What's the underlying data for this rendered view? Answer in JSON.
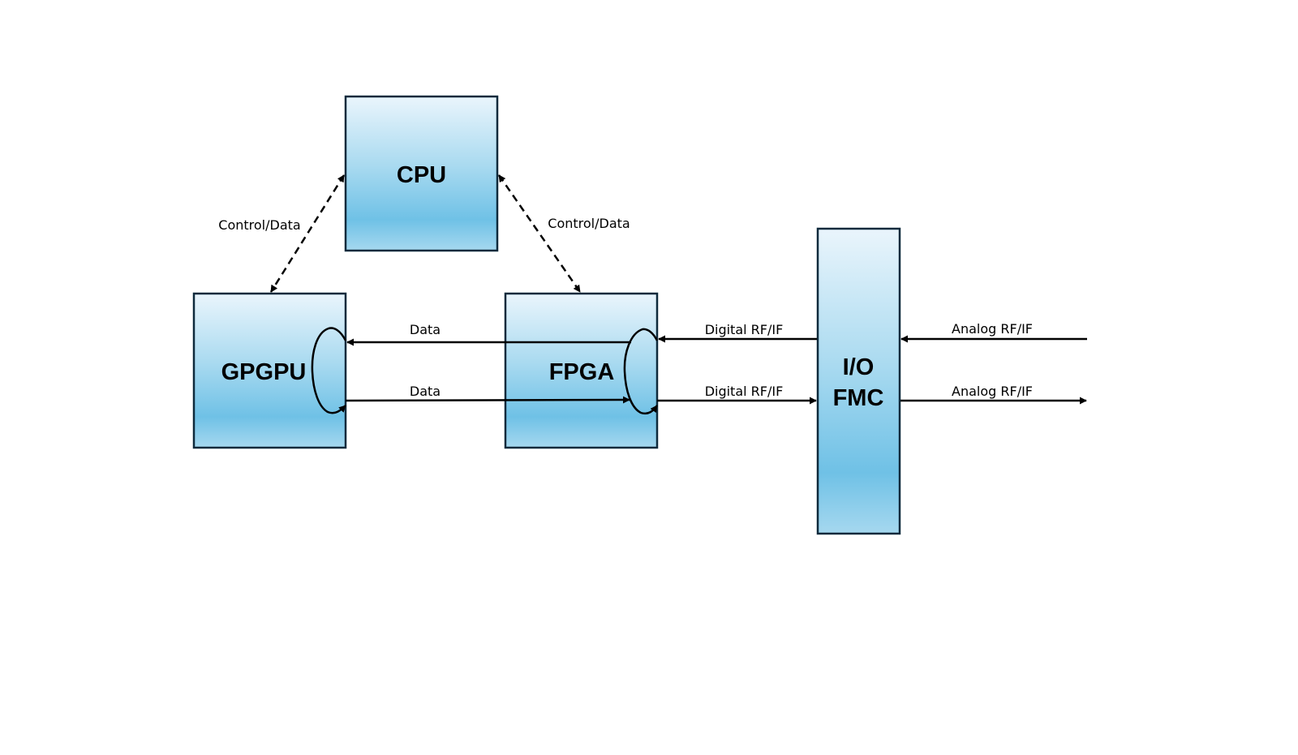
{
  "diagram": {
    "nodes": [
      {
        "id": "cpu",
        "label": "CPU"
      },
      {
        "id": "gpgpu",
        "label": "GPGPU"
      },
      {
        "id": "fpga",
        "label": "FPGA"
      },
      {
        "id": "io_fmc",
        "label_line1": "I/O",
        "label_line2": "FMC"
      }
    ],
    "edges": [
      {
        "from": "cpu",
        "to": "gpgpu",
        "label": "Control/Data",
        "style": "dashed",
        "direction": "bidirectional"
      },
      {
        "from": "cpu",
        "to": "fpga",
        "label": "Control/Data",
        "style": "dashed",
        "direction": "bidirectional"
      },
      {
        "from": "fpga",
        "to": "gpgpu",
        "label": "Data",
        "style": "solid"
      },
      {
        "from": "gpgpu",
        "to": "fpga",
        "label": "Data",
        "style": "solid"
      },
      {
        "from": "io_fmc",
        "to": "fpga",
        "label": "Digital RF/IF",
        "style": "solid"
      },
      {
        "from": "fpga",
        "to": "io_fmc",
        "label": "Digital RF/IF",
        "style": "solid"
      },
      {
        "from": "external",
        "to": "io_fmc",
        "label": "Analog RF/IF",
        "style": "solid"
      },
      {
        "from": "io_fmc",
        "to": "external",
        "label": "Analog RF/IF",
        "style": "solid"
      }
    ],
    "colors": {
      "box_fill_top": "#EAF5FC",
      "box_fill_mid": "#6FC1E6",
      "box_fill_bottom": "#A6D8EF",
      "box_border": "#0E2A3C",
      "line": "#000000"
    }
  }
}
